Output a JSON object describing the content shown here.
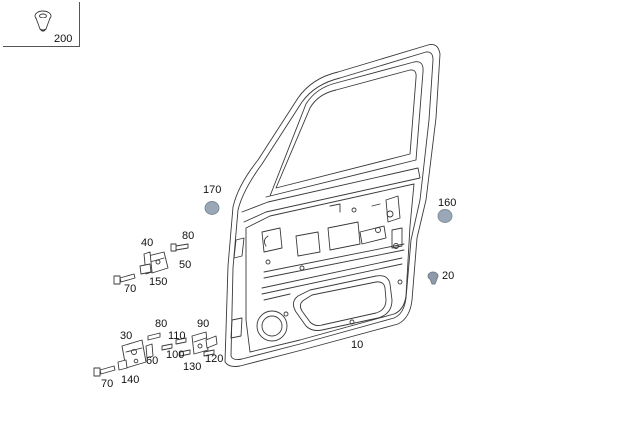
{
  "diagram": {
    "inset_label": "200",
    "labels": {
      "door": "10",
      "clip_20": "20",
      "hinge_30": "30",
      "hinge_40": "40",
      "bolt_50": "50",
      "bolt_60": "60",
      "bolt_70_upper": "70",
      "bolt_70_lower": "70",
      "bolt_80_upper": "80",
      "bolt_80_lower": "80",
      "check_90": "90",
      "screw_100": "100",
      "screw_110": "110",
      "screw_120": "120",
      "screw_130": "130",
      "plate_140": "140",
      "plate_150": "150",
      "plug_160": "160",
      "plug_170": "170"
    },
    "colors": {
      "line": "#3a3a3a",
      "plug_fill": "#9aa7b6",
      "clip_fill": "#8d9aaa"
    }
  }
}
